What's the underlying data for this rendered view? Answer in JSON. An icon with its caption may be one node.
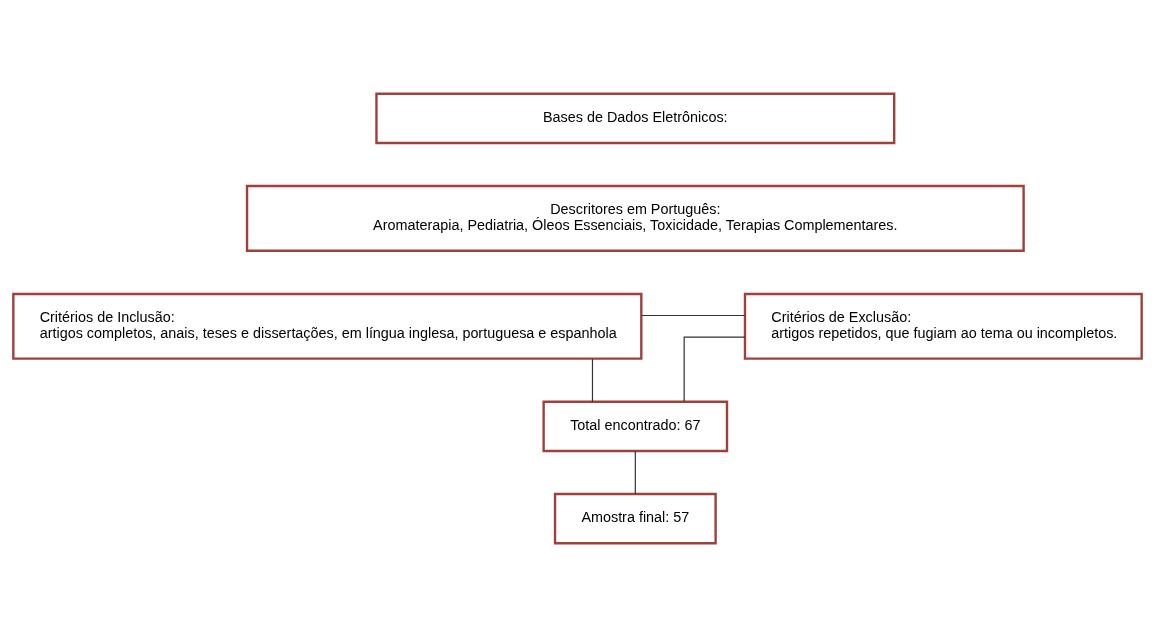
{
  "diagram": {
    "nodes": [
      {
        "text": [
          "Bases de Dados Eletrônicos:"
        ]
      },
      {
        "text": [
          "Descritores em Português:",
          "Aromaterapia, Pediatria, Óleos Essenciais, Toxicidade, Terapias Complementares."
        ]
      },
      {
        "text": [
          "Critérios de Inclusão:",
          "artigos completos, anais, teses e dissertações, em língua inglesa, portuguesa e espanhola"
        ]
      },
      {
        "text": [
          "Critérios de Exclusão:",
          "artigos repetidos, que fugiam ao tema ou incompletos."
        ]
      },
      {
        "text": [
          "Total encontrado: 67"
        ]
      },
      {
        "text": [
          "Amostra final: 57"
        ]
      }
    ],
    "edges": [
      {
        "from": 2,
        "to": 3,
        "arrow": "none"
      },
      {
        "from": 2,
        "to": 4,
        "arrow": "none"
      },
      {
        "from": 3,
        "to": 4,
        "arrow": "none"
      },
      {
        "from": 4,
        "to": 5,
        "arrow": "none"
      }
    ]
  }
}
